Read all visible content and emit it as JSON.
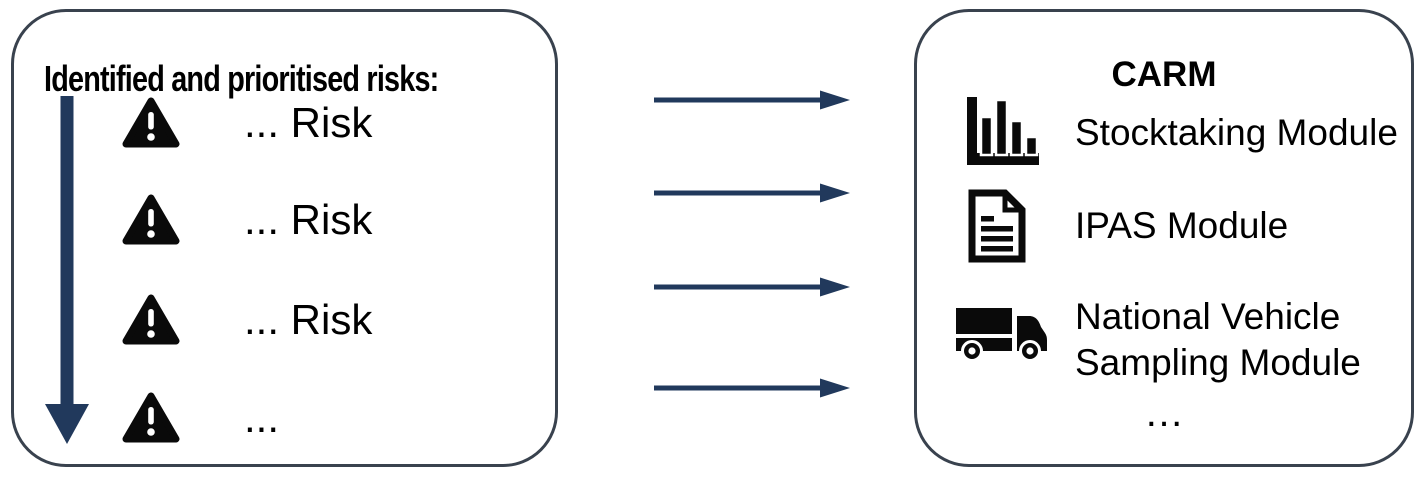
{
  "colors": {
    "panel_border": "#39424E",
    "arrow_accent": "#21395C",
    "icon_black": "#0A0A0A",
    "text": "#000000",
    "background": "#FFFFFF"
  },
  "left_panel": {
    "title": "Identified and prioritised risks:",
    "priority_arrow": "descending-priority-arrow",
    "items": [
      {
        "icon": "warning-triangle-icon",
        "label": "... Risk"
      },
      {
        "icon": "warning-triangle-icon",
        "label": "... Risk"
      },
      {
        "icon": "warning-triangle-icon",
        "label": "... Risk"
      },
      {
        "icon": "warning-triangle-icon",
        "label": "..."
      }
    ]
  },
  "connectors": {
    "count": 4,
    "direction": "left-to-right"
  },
  "right_panel": {
    "title": "CARM",
    "modules": [
      {
        "icon": "bar-chart-icon",
        "label": "Stocktaking Module"
      },
      {
        "icon": "document-icon",
        "label": "IPAS Module"
      },
      {
        "icon": "truck-icon",
        "label": "National Vehicle Sampling Module"
      }
    ],
    "ellipsis": "…"
  }
}
